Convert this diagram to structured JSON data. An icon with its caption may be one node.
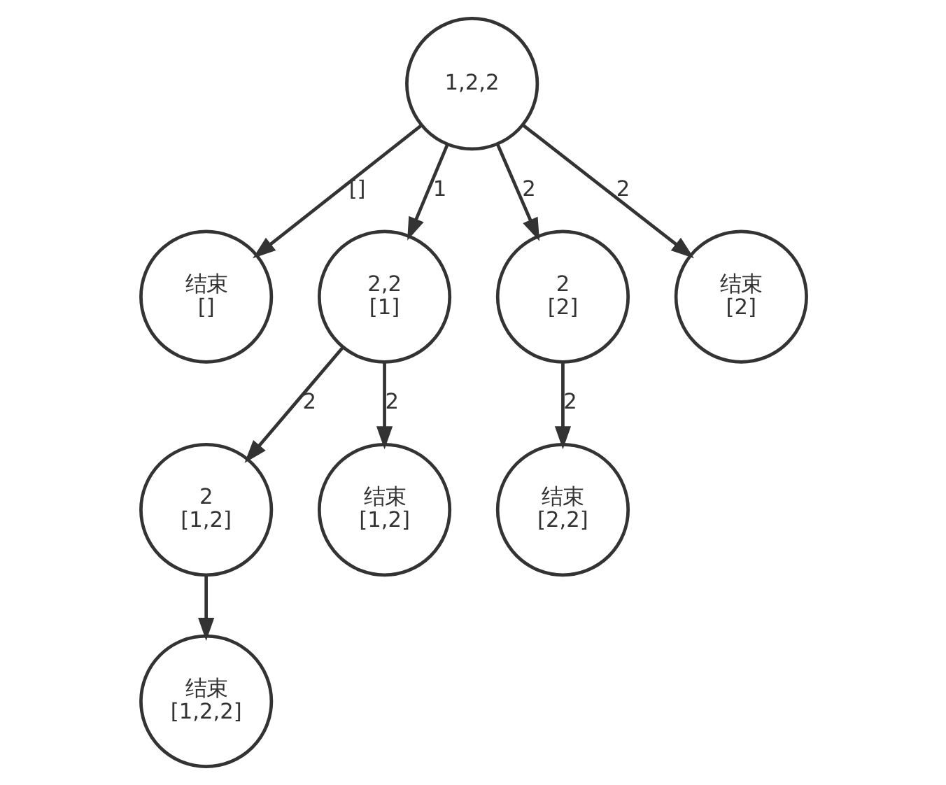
{
  "diagram": {
    "nodes": [
      {
        "text": [
          "1,2,2"
        ]
      },
      {
        "text": [
          "结束",
          "[]"
        ]
      },
      {
        "text": [
          "2,2",
          "[1]"
        ]
      },
      {
        "text": [
          "2",
          "[2]"
        ]
      },
      {
        "text": [
          "结束",
          "[2]"
        ]
      },
      {
        "text": [
          "2",
          "[1,2]"
        ]
      },
      {
        "text": [
          "结束",
          "[1,2]"
        ]
      },
      {
        "text": [
          "结束",
          "[2,2]"
        ]
      },
      {
        "text": [
          "结束",
          "[1,2,2]"
        ]
      }
    ],
    "edges": [
      {
        "from": 0,
        "to": 1,
        "arrow": "to",
        "label": "[]"
      },
      {
        "from": 0,
        "to": 2,
        "arrow": "to",
        "label": "1"
      },
      {
        "from": 0,
        "to": 3,
        "arrow": "to",
        "label": "2"
      },
      {
        "from": 0,
        "to": 4,
        "arrow": "to",
        "label": "2"
      },
      {
        "from": 2,
        "to": 5,
        "arrow": "to",
        "label": "2"
      },
      {
        "from": 2,
        "to": 6,
        "arrow": "to",
        "label": "2"
      },
      {
        "from": 3,
        "to": 7,
        "arrow": "to",
        "label": "2"
      },
      {
        "from": 5,
        "to": 8,
        "arrow": "to"
      }
    ]
  }
}
